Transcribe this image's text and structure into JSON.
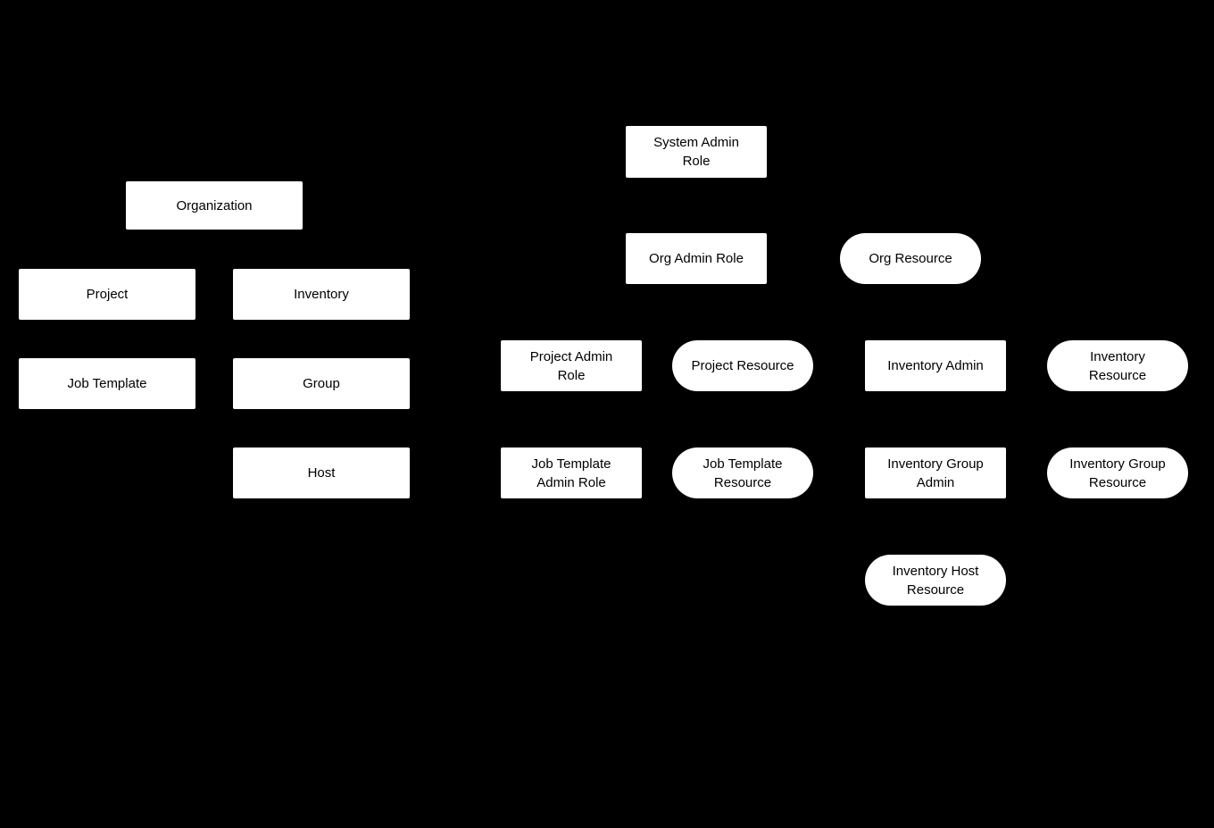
{
  "diagram": {
    "colors": {
      "background": "#000000",
      "node_fill": "#ffffff",
      "node_text": "#000000"
    },
    "nodes": [
      {
        "id": "organization",
        "shape": "rect",
        "label": "Organization"
      },
      {
        "id": "project",
        "shape": "rect",
        "label": "Project"
      },
      {
        "id": "inventory",
        "shape": "rect",
        "label": "Inventory"
      },
      {
        "id": "job-template",
        "shape": "rect",
        "label": "Job Template"
      },
      {
        "id": "group",
        "shape": "rect",
        "label": "Group"
      },
      {
        "id": "host",
        "shape": "rect",
        "label": "Host"
      },
      {
        "id": "system-admin-role",
        "shape": "rect",
        "label": "System Admin\nRole"
      },
      {
        "id": "org-admin-role",
        "shape": "rect",
        "label": "Org Admin Role"
      },
      {
        "id": "org-resource",
        "shape": "stadium",
        "label": "Org Resource"
      },
      {
        "id": "project-admin-role",
        "shape": "rect",
        "label": "Project Admin\nRole"
      },
      {
        "id": "project-resource",
        "shape": "stadium",
        "label": "Project Resource"
      },
      {
        "id": "inventory-admin",
        "shape": "rect",
        "label": "Inventory Admin"
      },
      {
        "id": "inventory-resource",
        "shape": "stadium",
        "label": "Inventory\nResource"
      },
      {
        "id": "job-template-admin-role",
        "shape": "rect",
        "label": "Job Template\nAdmin Role"
      },
      {
        "id": "job-template-resource",
        "shape": "stadium",
        "label": "Job Template\nResource"
      },
      {
        "id": "inventory-group-admin",
        "shape": "rect",
        "label": "Inventory Group\nAdmin"
      },
      {
        "id": "inventory-group-resource",
        "shape": "stadium",
        "label": "Inventory Group\nResource"
      },
      {
        "id": "inventory-host-resource",
        "shape": "stadium",
        "label": "Inventory Host\nResource"
      }
    ]
  }
}
